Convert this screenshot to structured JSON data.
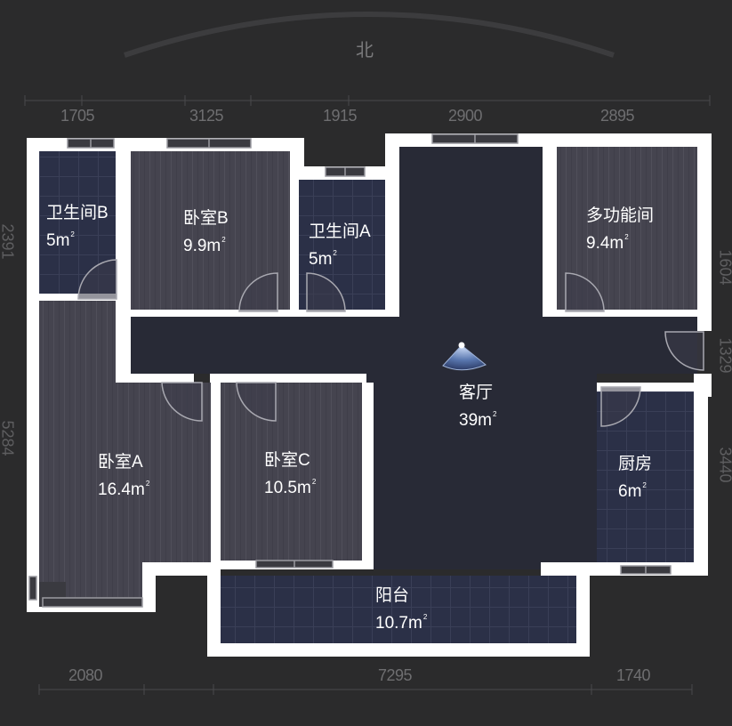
{
  "compass": {
    "north_label": "北"
  },
  "dimensions": {
    "top": [
      "1705",
      "3125",
      "1915",
      "2900",
      "2895"
    ],
    "bottom": [
      "2080",
      "7295",
      "1740"
    ],
    "left": [
      "2391",
      "5284"
    ],
    "right": [
      "1604",
      "1329",
      "3440"
    ]
  },
  "rooms": [
    {
      "id": "bathroom-b",
      "name": "卫生间B",
      "area": "5m",
      "floor": "tile"
    },
    {
      "id": "bedroom-b",
      "name": "卧室B",
      "area": "9.9m",
      "floor": "wood"
    },
    {
      "id": "bathroom-a",
      "name": "卫生间A",
      "area": "5m",
      "floor": "tile"
    },
    {
      "id": "multi-room",
      "name": "多功能间",
      "area": "9.4m",
      "floor": "wood"
    },
    {
      "id": "living-room",
      "name": "客厅",
      "area": "39m",
      "floor": "plain"
    },
    {
      "id": "bedroom-a",
      "name": "卧室A",
      "area": "16.4m",
      "floor": "wood"
    },
    {
      "id": "bedroom-c",
      "name": "卧室C",
      "area": "10.5m",
      "floor": "wood"
    },
    {
      "id": "kitchen",
      "name": "厨房",
      "area": "6m",
      "floor": "tile"
    },
    {
      "id": "balcony",
      "name": "阳台",
      "area": "10.7m",
      "floor": "tile"
    }
  ],
  "area_unit_sup": "2",
  "colors": {
    "background": "#2b2b2c",
    "wall": "#ffffff",
    "living": "#282a36",
    "wood": "#45444f",
    "tile": "#2b3047",
    "dimension_text": "#6e6e70"
  }
}
